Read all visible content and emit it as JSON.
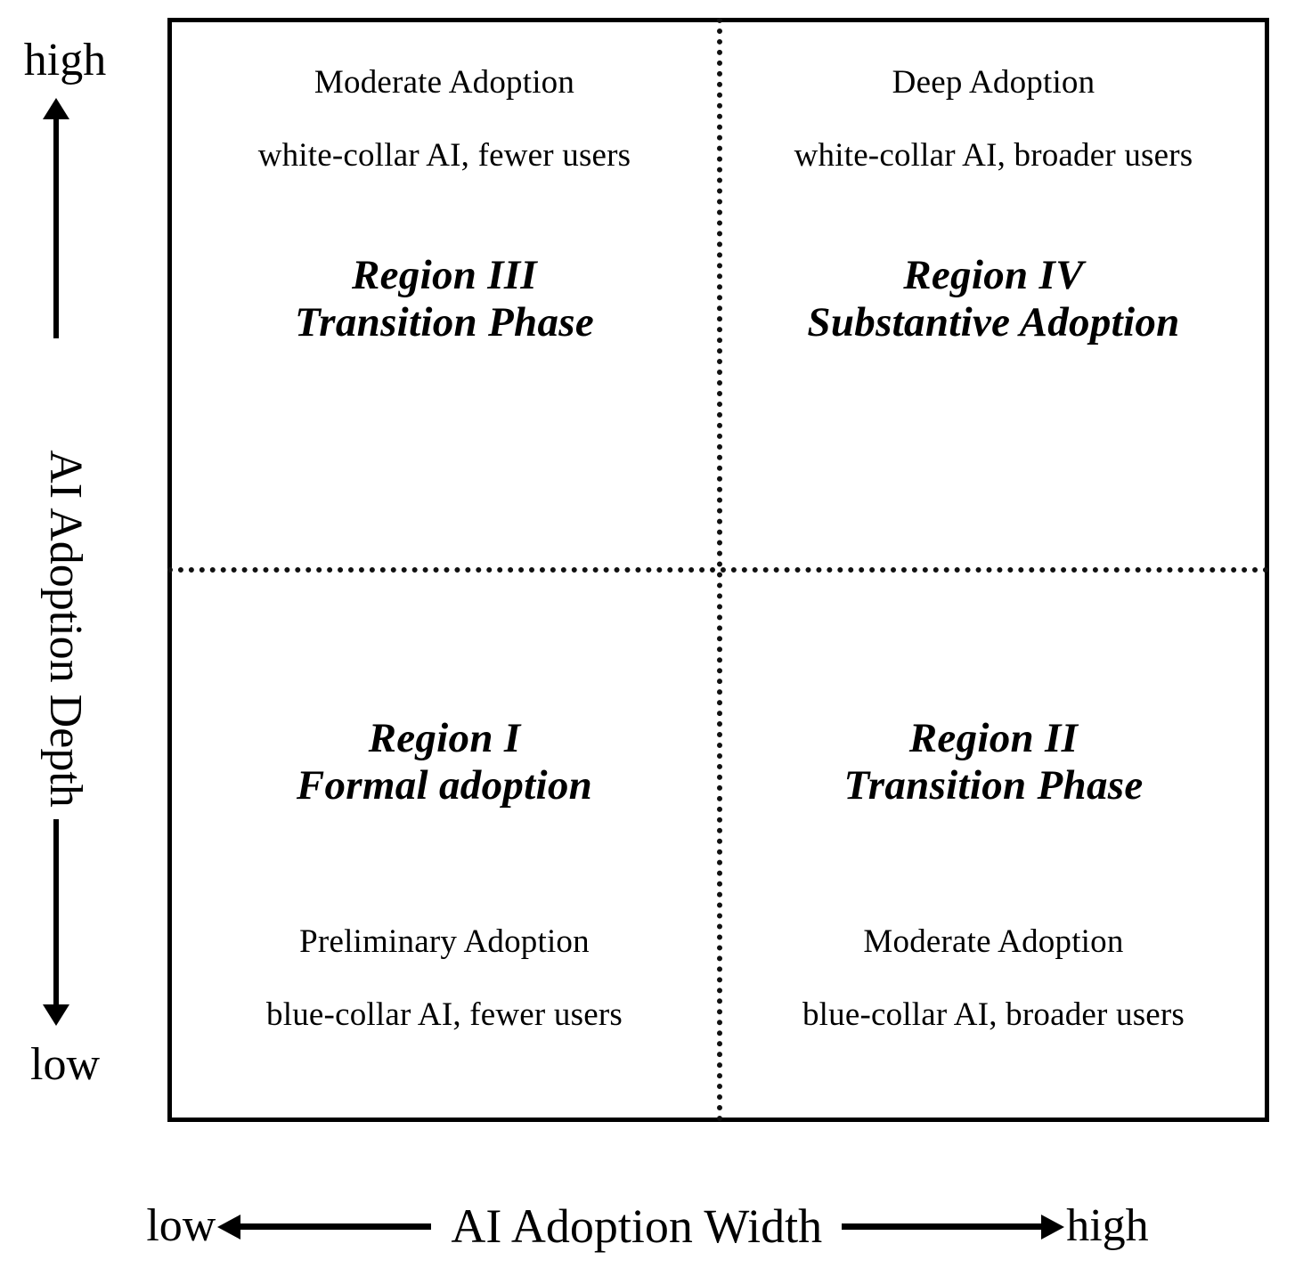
{
  "chart_data": {
    "type": "table",
    "title": "AI Adoption Depth vs AI Adoption Width quadrant matrix",
    "xlabel": "AI Adoption Width",
    "ylabel": "AI Adoption Depth",
    "x_axis_low_label": "low",
    "x_axis_high_label": "high",
    "y_axis_low_label": "low",
    "y_axis_high_label": "high",
    "grid": true,
    "legend": "none",
    "quadrants": [
      {
        "position": "top-left",
        "region": "Region III",
        "phase": "Transition Phase",
        "caption_top": "Moderate Adoption",
        "caption_bottom": "white-collar AI, fewer users",
        "x_level": "low",
        "y_level": "high"
      },
      {
        "position": "top-right",
        "region": "Region IV",
        "phase": "Substantive Adoption",
        "caption_top": "Deep Adoption",
        "caption_bottom": "white-collar AI, broader users",
        "x_level": "high",
        "y_level": "high"
      },
      {
        "position": "bottom-left",
        "region": "Region I",
        "phase": "Formal adoption",
        "caption_top": "Preliminary Adoption",
        "caption_bottom": "blue-collar AI, fewer users",
        "x_level": "low",
        "y_level": "low"
      },
      {
        "position": "bottom-right",
        "region": "Region II",
        "phase": "Transition Phase",
        "caption_top": "Moderate Adoption",
        "caption_bottom": "blue-collar AI, broader users",
        "x_level": "high",
        "y_level": "low"
      }
    ]
  },
  "axes": {
    "y": {
      "title": "AI Adoption Depth",
      "high_label": "high",
      "low_label": "low"
    },
    "x": {
      "title": "AI Adoption Width",
      "low_label": "low",
      "high_label": "high"
    }
  },
  "quadrants": {
    "top_left": {
      "caption_top": "Moderate Adoption",
      "caption_bottom": "white-collar AI, fewer users",
      "region": "Region III",
      "phase": "Transition Phase"
    },
    "top_right": {
      "caption_top": "Deep Adoption",
      "caption_bottom": "white-collar AI, broader users",
      "region": "Region IV",
      "phase": "Substantive Adoption"
    },
    "bottom_left": {
      "region": "Region I",
      "phase": "Formal adoption",
      "caption_top": "Preliminary Adoption",
      "caption_bottom": "blue-collar AI, fewer users"
    },
    "bottom_right": {
      "region": "Region II",
      "phase": "Transition Phase",
      "caption_top": "Moderate Adoption",
      "caption_bottom": "blue-collar AI, broader users"
    }
  },
  "colors": {
    "border": "#000000",
    "divider": "#111111",
    "text": "#000000",
    "background": "#ffffff"
  }
}
